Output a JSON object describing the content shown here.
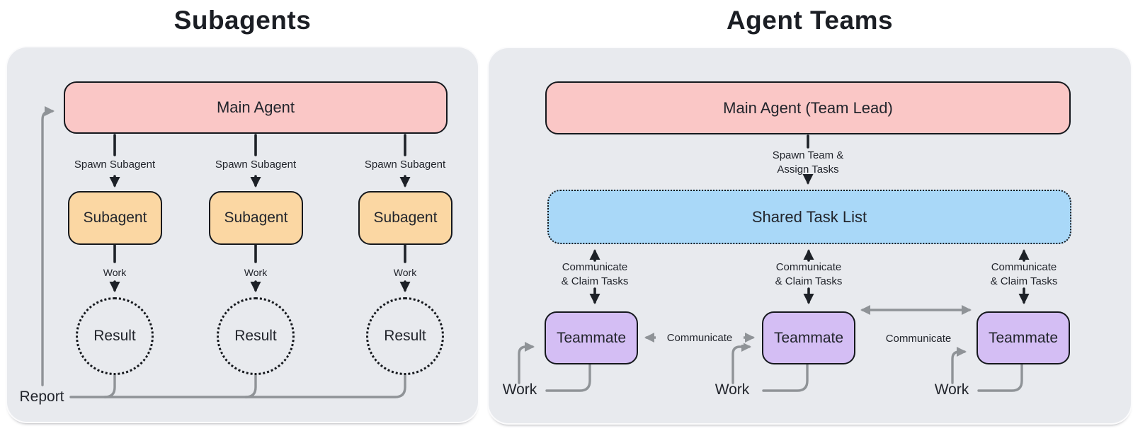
{
  "titles": {
    "left": "Subagents",
    "right": "Agent Teams"
  },
  "left_panel": {
    "main_agent": "Main Agent",
    "spawn_label": "Spawn Subagent",
    "subagent": "Subagent",
    "work_label": "Work",
    "result": "Result",
    "report_label": "Report"
  },
  "right_panel": {
    "main_agent": "Main Agent (Team Lead)",
    "spawn_label_line1": "Spawn Team &",
    "spawn_label_line2": "Assign Tasks",
    "shared_task_list": "Shared Task List",
    "claim_label_line1": "Communicate",
    "claim_label_line2": "& Claim Tasks",
    "teammate": "Teammate",
    "communicate_label": "Communicate",
    "work_label": "Work"
  },
  "colors": {
    "panel_bg": "#e8eaee",
    "main_agent_fill": "#fac7c6",
    "subagent_fill": "#fbd7a3",
    "task_list_fill": "#a9d8f8",
    "teammate_fill": "#d4bef4",
    "node_border": "#15181d",
    "gray_line": "#8f9397",
    "black_line": "#1d2127",
    "text": "#22252c"
  }
}
